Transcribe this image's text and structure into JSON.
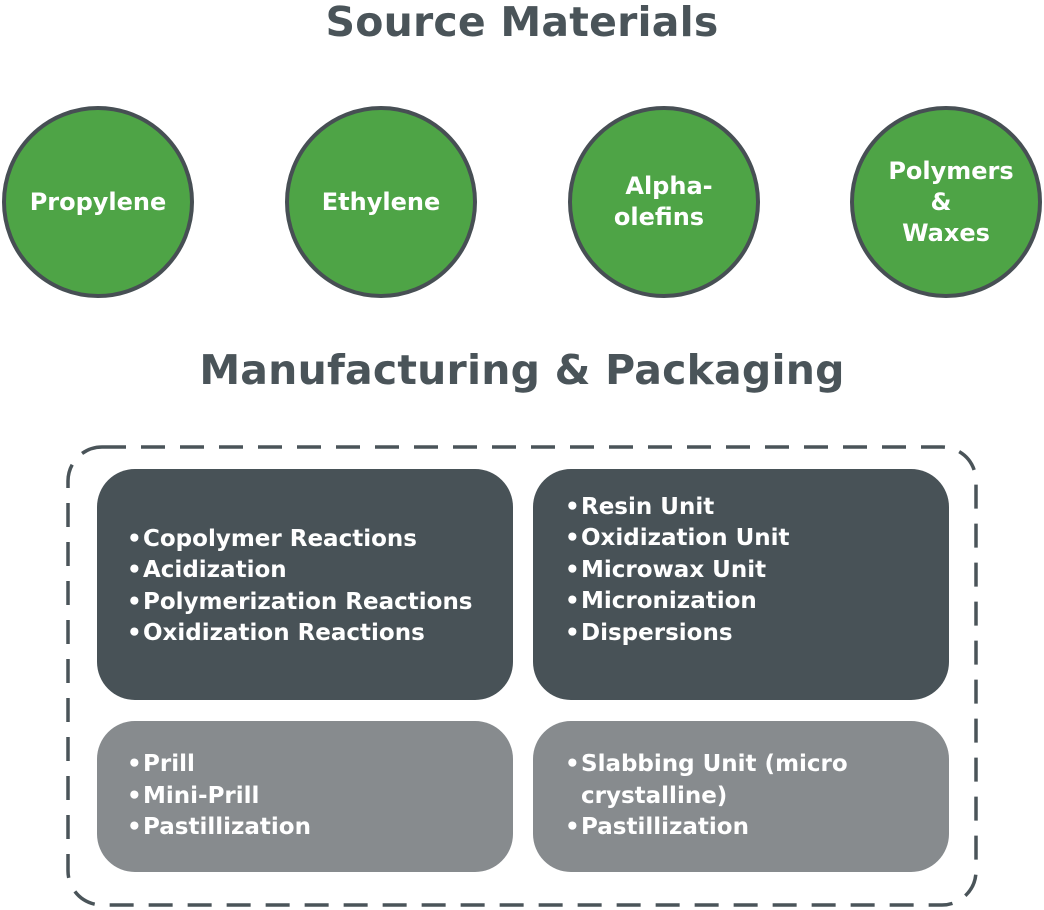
{
  "source_title": "Source Materials",
  "materials": [
    {
      "line1": "Propylene",
      "line2": ""
    },
    {
      "line1": "Ethylene",
      "line2": ""
    },
    {
      "line1": "Alpha-olefins",
      "line2": ""
    },
    {
      "line1": "Polymers &",
      "line2": "Waxes"
    }
  ],
  "manufacturing_title": "Manufacturing & Packaging",
  "boxes": [
    {
      "items": [
        "Copolymer Reactions",
        "Acidization",
        "Polymerization Reactions",
        "Oxidization Reactions"
      ]
    },
    {
      "items": [
        "Resin Unit",
        "Oxidization Unit",
        "Microwax Unit",
        "Micronization",
        "Dispersions"
      ]
    },
    {
      "items": [
        "Prill",
        "Mini-Prill",
        "Pastillization"
      ]
    },
    {
      "items": [
        "Slabbing Unit (micro",
        "crystalline)",
        "Pastillization"
      ]
    }
  ],
  "bullet": "•",
  "colors": {
    "title": "#4a5459",
    "circle_fill": "#4ea446",
    "circle_border": "#474f54",
    "box_dark": "#485257",
    "box_light": "#878b8e",
    "dash": "#4a5459"
  }
}
